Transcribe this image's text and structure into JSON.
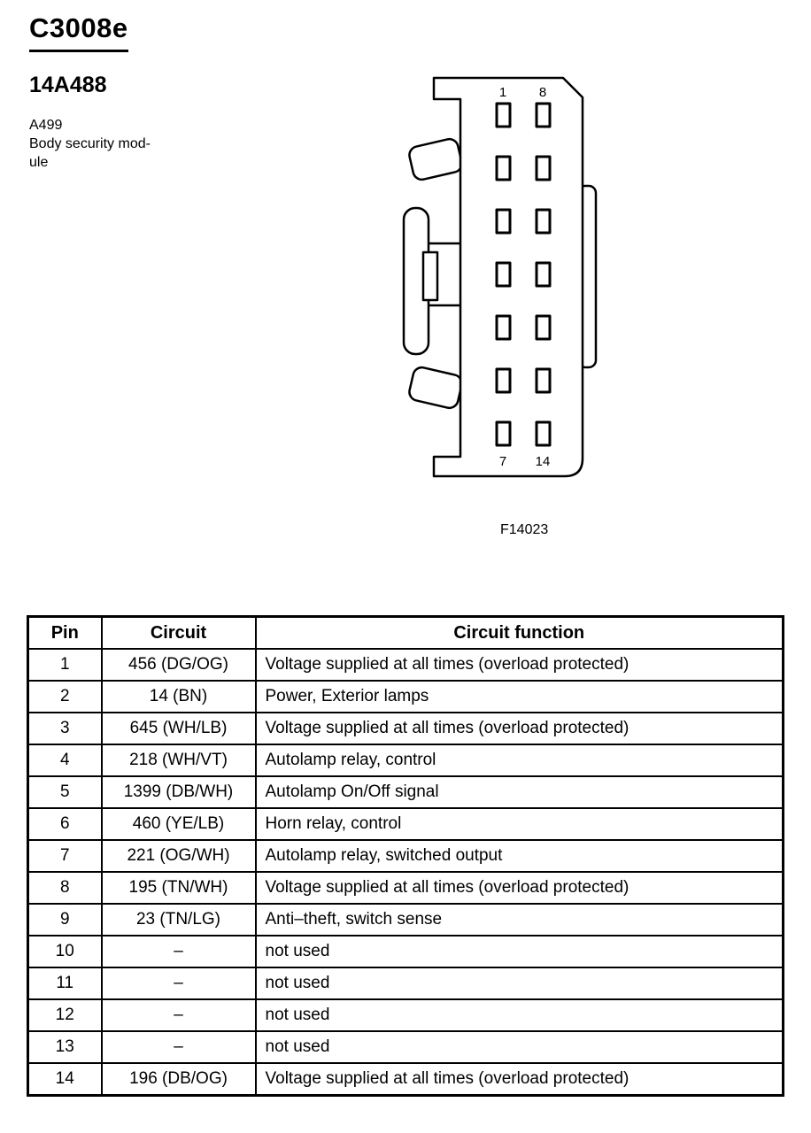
{
  "page": {
    "title": "C3008e",
    "part_number": "14A488",
    "figure_label": "F14023"
  },
  "component": {
    "id": "A499",
    "name_lines": [
      "Body security mod-",
      "ule"
    ]
  },
  "connector": {
    "pin_labels": {
      "top_left": "1",
      "top_right": "8",
      "bottom_left": "7",
      "bottom_right": "14"
    }
  },
  "table": {
    "headers": [
      "Pin",
      "Circuit",
      "Circuit function"
    ],
    "rows": [
      {
        "pin": "1",
        "circuit": "456 (DG/OG)",
        "function": "Voltage supplied at all times (overload protected)"
      },
      {
        "pin": "2",
        "circuit": "14 (BN)",
        "function": "Power, Exterior lamps"
      },
      {
        "pin": "3",
        "circuit": "645 (WH/LB)",
        "function": "Voltage supplied at all times (overload protected)"
      },
      {
        "pin": "4",
        "circuit": "218 (WH/VT)",
        "function": "Autolamp relay, control"
      },
      {
        "pin": "5",
        "circuit": "1399 (DB/WH)",
        "function": "Autolamp On/Off signal"
      },
      {
        "pin": "6",
        "circuit": "460 (YE/LB)",
        "function": "Horn relay, control"
      },
      {
        "pin": "7",
        "circuit": "221 (OG/WH)",
        "function": "Autolamp relay, switched output"
      },
      {
        "pin": "8",
        "circuit": "195 (TN/WH)",
        "function": "Voltage supplied at all times (overload protected)"
      },
      {
        "pin": "9",
        "circuit": "23 (TN/LG)",
        "function": "Anti–theft, switch sense"
      },
      {
        "pin": "10",
        "circuit": "–",
        "function": "not used"
      },
      {
        "pin": "11",
        "circuit": "–",
        "function": "not used"
      },
      {
        "pin": "12",
        "circuit": "–",
        "function": "not used"
      },
      {
        "pin": "13",
        "circuit": "–",
        "function": "not used"
      },
      {
        "pin": "14",
        "circuit": "196 (DB/OG)",
        "function": "Voltage supplied at all times (overload protected)"
      }
    ]
  }
}
